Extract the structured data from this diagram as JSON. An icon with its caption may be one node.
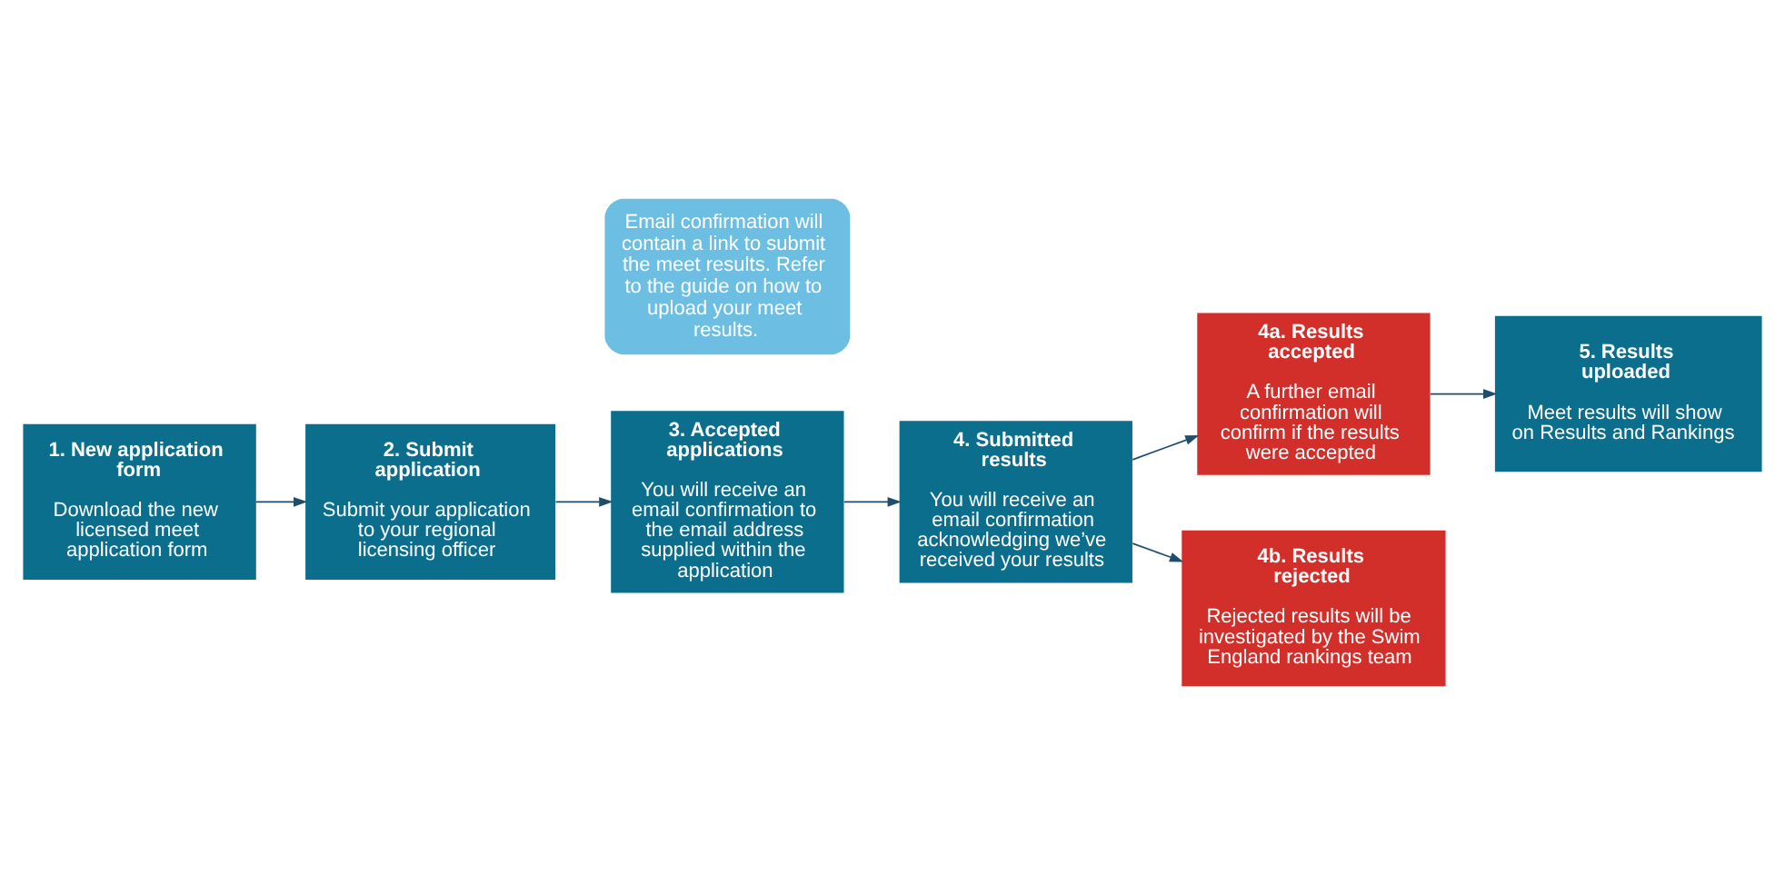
{
  "diagram": {
    "nodes": [
      {
        "text": [
          "1. New application form",
          "Download the new licensed meet application form"
        ]
      },
      {
        "text": [
          "2. Submit application",
          "Submit your application to your regional licensing officer"
        ]
      },
      {
        "text": [
          "3. Accepted applications",
          "You will receive an email confirmation to the email address supplied within the application"
        ]
      },
      {
        "text": [
          "4. Submitted results",
          "You will receive an email confirmation acknowledging we’ve received your results"
        ]
      },
      {
        "text": [
          "4a. Results accepted",
          "A further email confirmation will confirm if the results were accepted"
        ]
      },
      {
        "text": [
          "5. Results uploaded",
          "Meet results will show on Results and Rankings"
        ]
      },
      {
        "text": [
          "Email confirmation will contain a link to submit the meet results. Refer to the guide on how to upload your meet results."
        ]
      },
      {
        "text": [
          "4b. Results rejected",
          "Rejected results will be investigated by the Swim England rankings team"
        ]
      }
    ],
    "edges": [
      {
        "from": 0,
        "to": 1,
        "arrow": "to"
      },
      {
        "from": 1,
        "to": 2,
        "arrow": "to"
      },
      {
        "from": 2,
        "to": 3,
        "arrow": "to"
      },
      {
        "from": 3,
        "to": 4,
        "arrow": "to"
      },
      {
        "from": 3,
        "to": 7,
        "arrow": "to"
      },
      {
        "from": 4,
        "to": 5,
        "arrow": "to"
      }
    ]
  }
}
